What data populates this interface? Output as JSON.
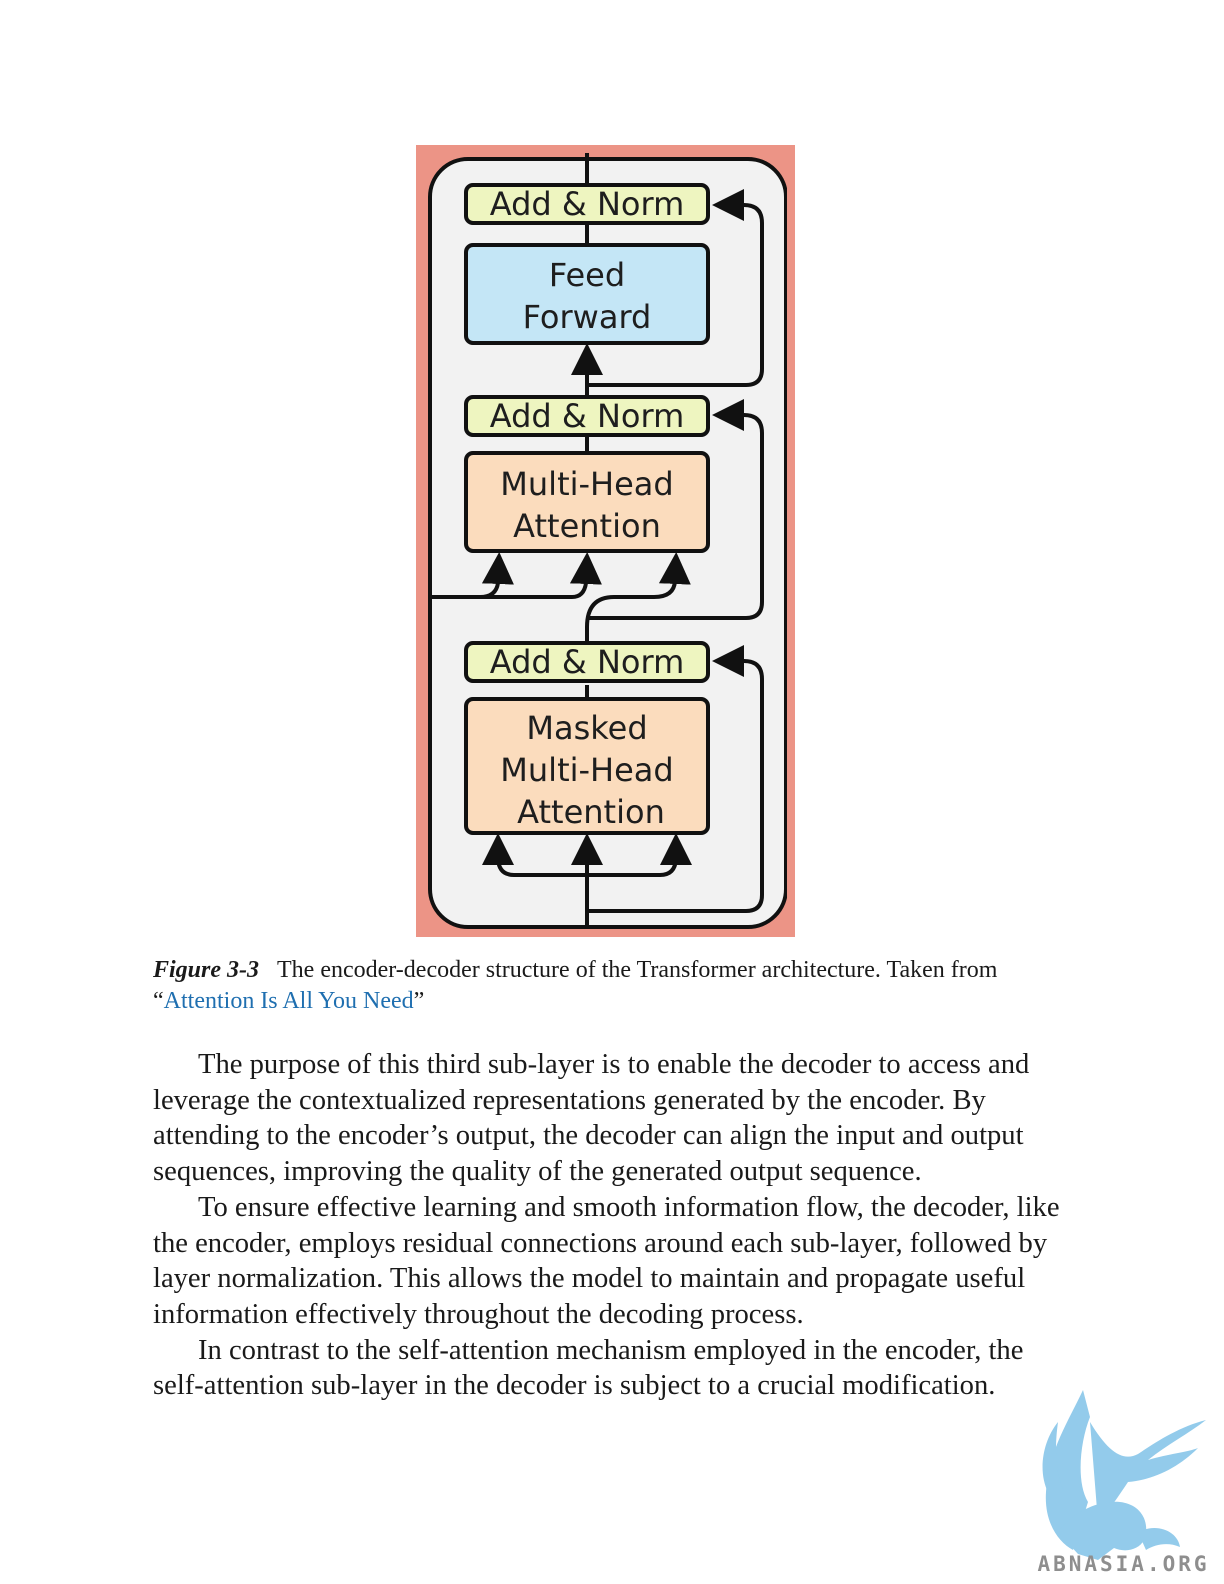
{
  "figure": {
    "blocks": {
      "add_norm_top": "Add & Norm",
      "feed_forward_line1": "Feed",
      "feed_forward_line2": "Forward",
      "add_norm_mid": "Add & Norm",
      "mha_line1": "Multi-Head",
      "mha_line2": "Attention",
      "add_norm_bottom": "Add & Norm",
      "masked_line1": "Masked",
      "masked_line2": "Multi-Head",
      "masked_line3": "Attention"
    },
    "colors": {
      "frame": "#ec9486",
      "background": "#f2f2f2",
      "add_norm": "#eef5c0",
      "feed_forward": "#c4e6f6",
      "attention": "#fbdcbd"
    }
  },
  "caption": {
    "label": "Figure 3-3",
    "text": "The encoder-decoder structure of the Transformer architecture. Taken from “",
    "link_text": "Attention Is All You Need",
    "closing": "”"
  },
  "paragraphs": [
    "The purpose of this third sub-layer is to enable the decoder to access and leverage the contextualized representations generated by the encoder. By attending to the encoder’s output, the decoder can align the input and output sequences, improving the quality of the generated output sequence.",
    "To ensure effective learning and smooth information flow, the decoder, like the encoder, employs residual connections around each sub-layer, followed by layer normalization. This allows the model to maintain and propagate useful information effectively throughout the decoding process.",
    "In contrast to the self-attention mechanism employed in the encoder, the self-attention sub-layer in the decoder is subject to a crucial modification."
  ],
  "watermark": {
    "text": "ABNASIA.ORG",
    "color": "#8ec9ea"
  }
}
